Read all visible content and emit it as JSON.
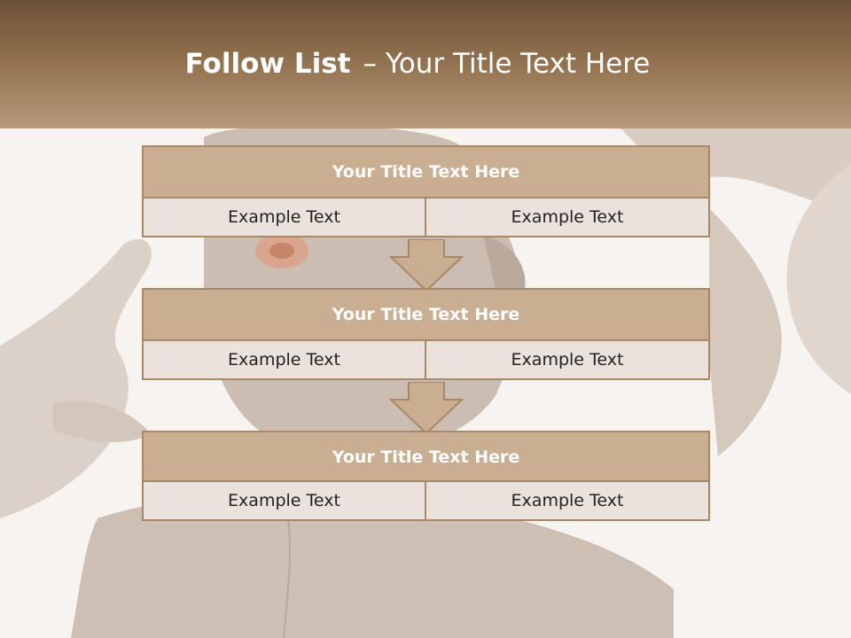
{
  "slide": {
    "title_bold": "Follow List",
    "title_separator": "–",
    "title_rest": "Your Title Text Here"
  },
  "boxes": [
    {
      "title": "Your Title Text Here",
      "left": "Example Text",
      "right": "Example Text"
    },
    {
      "title": "Your Title Text Here",
      "left": "Example Text",
      "right": "Example Text"
    },
    {
      "title": "Your Title Text Here",
      "left": "Example Text",
      "right": "Example Text"
    }
  ],
  "colors": {
    "header_top": "#6b5236",
    "header_bottom": "#b89a7a",
    "box_title_fill": "#c9ae92",
    "box_border": "#a88866",
    "cell_fill": "#ece2dc",
    "arrow_fill": "#c9ae92"
  }
}
